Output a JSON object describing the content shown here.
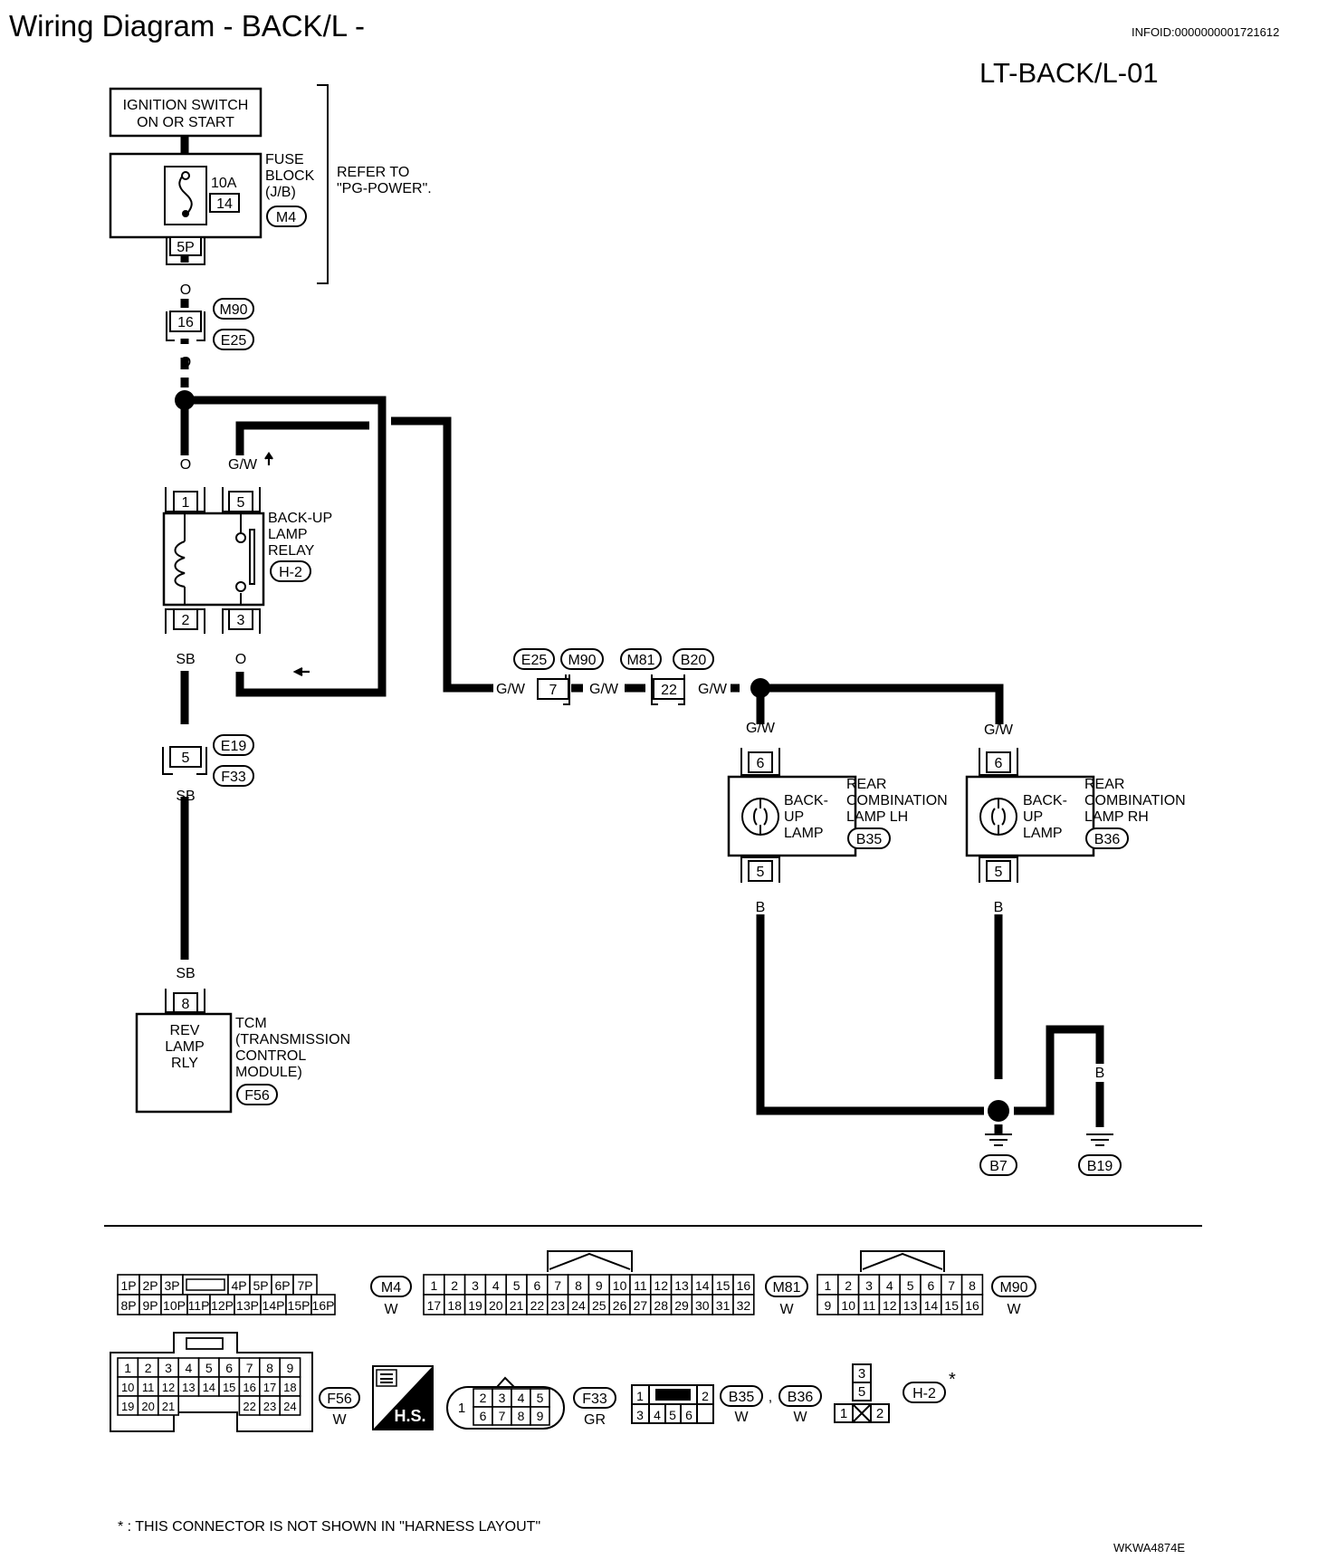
{
  "header": {
    "title": "Wiring Diagram - BACK/L -",
    "infoid": "INFOID:0000000001721612",
    "page_id": "LT-BACK/L-01"
  },
  "ignition": {
    "line1": "IGNITION SWITCH",
    "line2": "ON OR START"
  },
  "fuse_block": {
    "label_lines": [
      "FUSE",
      "BLOCK",
      "(J/B)"
    ],
    "connector": "M4",
    "rating": "10A",
    "fuse_no": "14",
    "pin": "5P",
    "refer_lines": [
      "REFER TO",
      "\"PG-POWER\"."
    ]
  },
  "wire_colors": {
    "orange": "O",
    "green_white": "G/W",
    "sky_blue": "SB",
    "black": "B"
  },
  "inline_connectors": {
    "m90_e25": {
      "pin": "16",
      "top": "M90",
      "bottom": "E25"
    },
    "e19_f33": {
      "pin": "5",
      "top": "E19",
      "bottom": "F33"
    },
    "e25_m90": {
      "pin": "7",
      "left": "E25",
      "right": "M90"
    },
    "m81_b20": {
      "pin": "22",
      "left": "M81",
      "right": "B20"
    }
  },
  "relay": {
    "label_lines": [
      "BACK-UP",
      "LAMP",
      "RELAY"
    ],
    "connector": "H-2",
    "pins": {
      "p1": "1",
      "p5": "5",
      "p2": "2",
      "p3": "3"
    }
  },
  "tcm": {
    "pin": "8",
    "box_lines": [
      "REV",
      "LAMP",
      "RLY"
    ],
    "label_lines": [
      "TCM",
      "(TRANSMISSION",
      "CONTROL",
      "MODULE)"
    ],
    "connector": "F56"
  },
  "lamp_lh": {
    "pin_top": "6",
    "pin_bottom": "5",
    "box_lines": [
      "BACK-",
      "UP",
      "LAMP"
    ],
    "label_lines": [
      "REAR",
      "COMBINATION",
      "LAMP LH"
    ],
    "connector": "B35"
  },
  "lamp_rh": {
    "pin_top": "6",
    "pin_bottom": "5",
    "box_lines": [
      "BACK-",
      "UP",
      "LAMP"
    ],
    "label_lines": [
      "REAR",
      "COMBINATION",
      "LAMP RH"
    ],
    "connector": "B36"
  },
  "grounds": {
    "g1": "B7",
    "g2": "B19"
  },
  "connector_views": {
    "m4": {
      "name": "M4",
      "color": "W",
      "row1": [
        "1P",
        "2P",
        "3P",
        "",
        "4P",
        "5P",
        "6P",
        "7P"
      ],
      "row2": [
        "8P",
        "9P",
        "10P",
        "11P",
        "12P",
        "13P",
        "14P",
        "15P",
        "16P"
      ]
    },
    "m81": {
      "name": "M81",
      "color": "W",
      "row1": [
        "1",
        "2",
        "3",
        "4",
        "5",
        "6",
        "7",
        "8",
        "9",
        "10",
        "11",
        "12",
        "13",
        "14",
        "15",
        "16"
      ],
      "row2": [
        "17",
        "18",
        "19",
        "20",
        "21",
        "22",
        "23",
        "24",
        "25",
        "26",
        "27",
        "28",
        "29",
        "30",
        "31",
        "32"
      ]
    },
    "m90": {
      "name": "M90",
      "color": "W",
      "row1": [
        "1",
        "2",
        "3",
        "4",
        "5",
        "6",
        "7",
        "8"
      ],
      "row2": [
        "9",
        "10",
        "11",
        "12",
        "13",
        "14",
        "15",
        "16"
      ]
    },
    "f56": {
      "name": "F56",
      "color": "W",
      "row1": [
        "1",
        "2",
        "3",
        "4",
        "5",
        "6",
        "7",
        "8",
        "9"
      ],
      "row2": [
        "10",
        "11",
        "12",
        "13",
        "14",
        "15",
        "16",
        "17",
        "18"
      ],
      "row3": [
        "19",
        "20",
        "21",
        "22",
        "23",
        "24"
      ]
    },
    "hs": {
      "text": "H.S."
    },
    "f33": {
      "name": "F33",
      "color": "GR",
      "pins": [
        "1",
        "2",
        "3",
        "4",
        "5",
        "6",
        "7",
        "8",
        "9"
      ]
    },
    "b35b36": {
      "name1": "B35",
      "sep": ",",
      "name2": "B36",
      "color1": "W",
      "color2": "W",
      "pins": [
        "1",
        "2",
        "3",
        "4",
        "5",
        "6"
      ]
    },
    "h2": {
      "name": "H-2",
      "star": "*",
      "pins": [
        "3",
        "5",
        "1",
        "2"
      ]
    }
  },
  "footnote": "* : THIS CONNECTOR IS NOT SHOWN IN \"HARNESS LAYOUT\"",
  "figure_code": "WKWA4874E"
}
